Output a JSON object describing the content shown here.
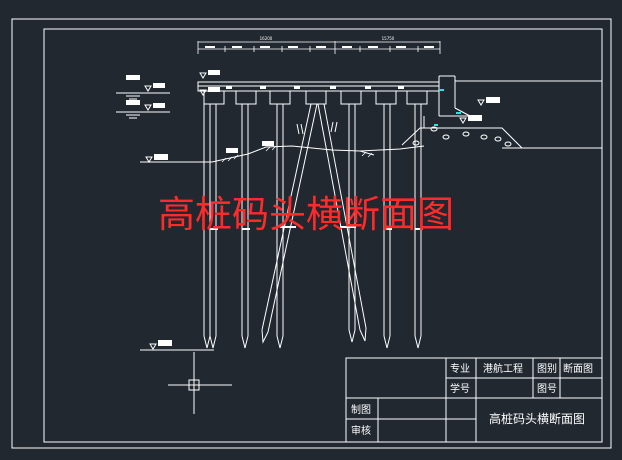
{
  "drawing": {
    "title": "高桩码头横断面图",
    "dimensions": {
      "left_span": "16200",
      "right_span": "15750"
    }
  },
  "title_block": {
    "row1": {
      "label_major": "专业",
      "value_major": "港航工程",
      "label_drawing": "图别",
      "value_drawing": "断面图"
    },
    "row2": {
      "label_student_no": "学号",
      "label_sheet_no": "图号"
    },
    "row3": {
      "label_drawn_by": "制图"
    },
    "row4": {
      "label_reviewed_by": "审核"
    },
    "sheet_title": "高桩码头横断面图"
  },
  "colors": {
    "background": "#212830",
    "lines": "#ffffff",
    "title_red": "#ff2a2a",
    "accent_cyan": "#27e3e3"
  }
}
